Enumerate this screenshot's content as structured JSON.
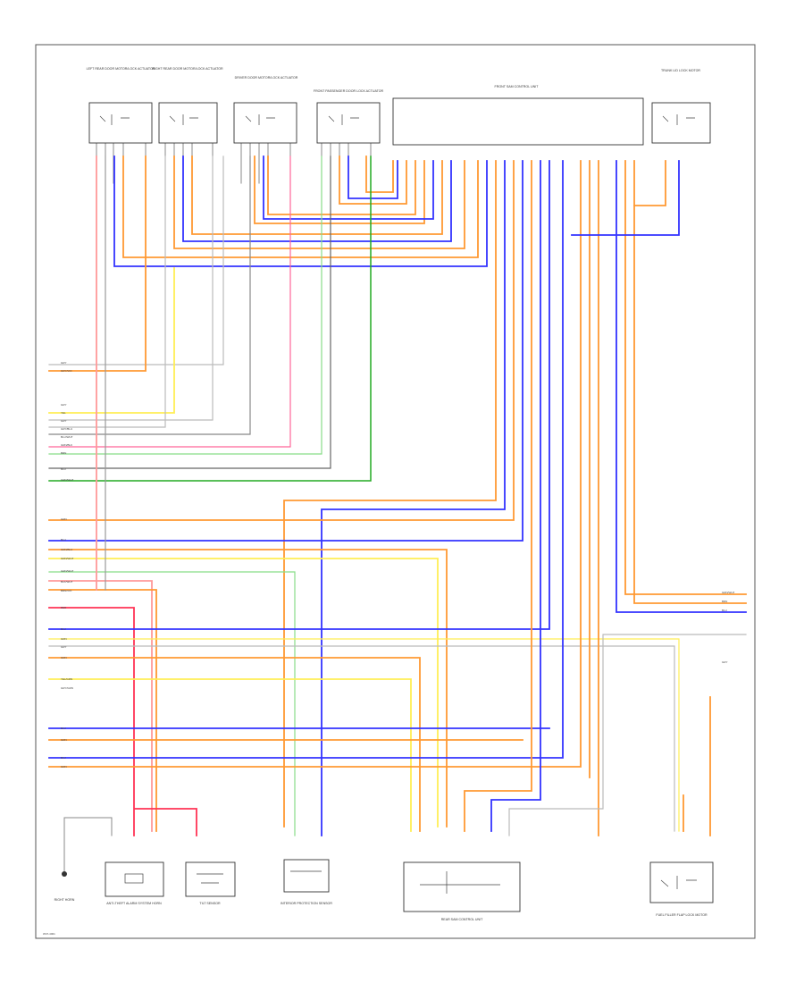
{
  "diagram": {
    "footer_code": "W47-4001",
    "top_components": [
      "LEFT REAR DOOR MOTOR/LOCK ACTUATOR",
      "RIGHT REAR DOOR MOTOR/LOCK ACTUATOR",
      "DRIVER DOOR MOTOR/LOCK ACTUATOR",
      "FRONT PASSENGER DOOR LOCK ACTUATOR",
      "FRONT SAM CONTROL UNIT",
      "TRUNK LID LOCK MOTOR"
    ],
    "bottom_components": [
      "RIGHT HORN",
      "ANTI-THEFT ALARM SYSTEM HORN",
      "TILT SENSOR",
      "INTERIOR PROTECTION SENSOR",
      "REAR SAM CONTROL UNIT",
      "FUEL FILLER FLAP LOCK MOTOR"
    ],
    "left_wire_colors": [
      "GRY",
      "GRY/VIO",
      "GRY",
      "YEL",
      "GRY",
      "GRY/BLU",
      "BLU/WHT",
      "GRN/BLK",
      "BRN",
      "BLU",
      "GRN/WHT",
      "GRN",
      "BLU",
      "GRN/BLU",
      "GRN/WHT",
      "GRN/WHT",
      "BLK/WHT",
      "BRN/VIO",
      "RED",
      "BLU",
      "GRN",
      "GRY",
      "GRN",
      "YEL/GRN",
      "GRY/GRN",
      "BLU",
      "GRN",
      "BLU",
      "GRN"
    ],
    "right_wire_colors": [
      "GRN/WHT",
      "BRN",
      "BLU",
      "GRY"
    ]
  }
}
